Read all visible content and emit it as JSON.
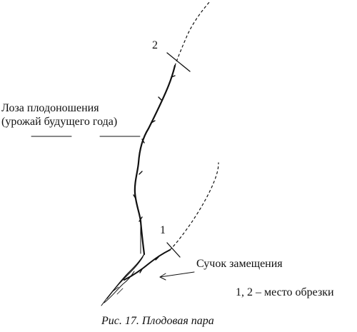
{
  "labels": {
    "fruiting_cane_line1": "Лоза плодоношения",
    "fruiting_cane_line2": "(урожай будущего года)",
    "renewal_spur": "Сучок замещения",
    "cut_place": "1, 2 – место обрезки",
    "marker_1": "1",
    "marker_2": "2"
  },
  "caption": "Рис. 17. Плодовая пара",
  "colors": {
    "ink": "#111111",
    "background": "#ffffff"
  }
}
